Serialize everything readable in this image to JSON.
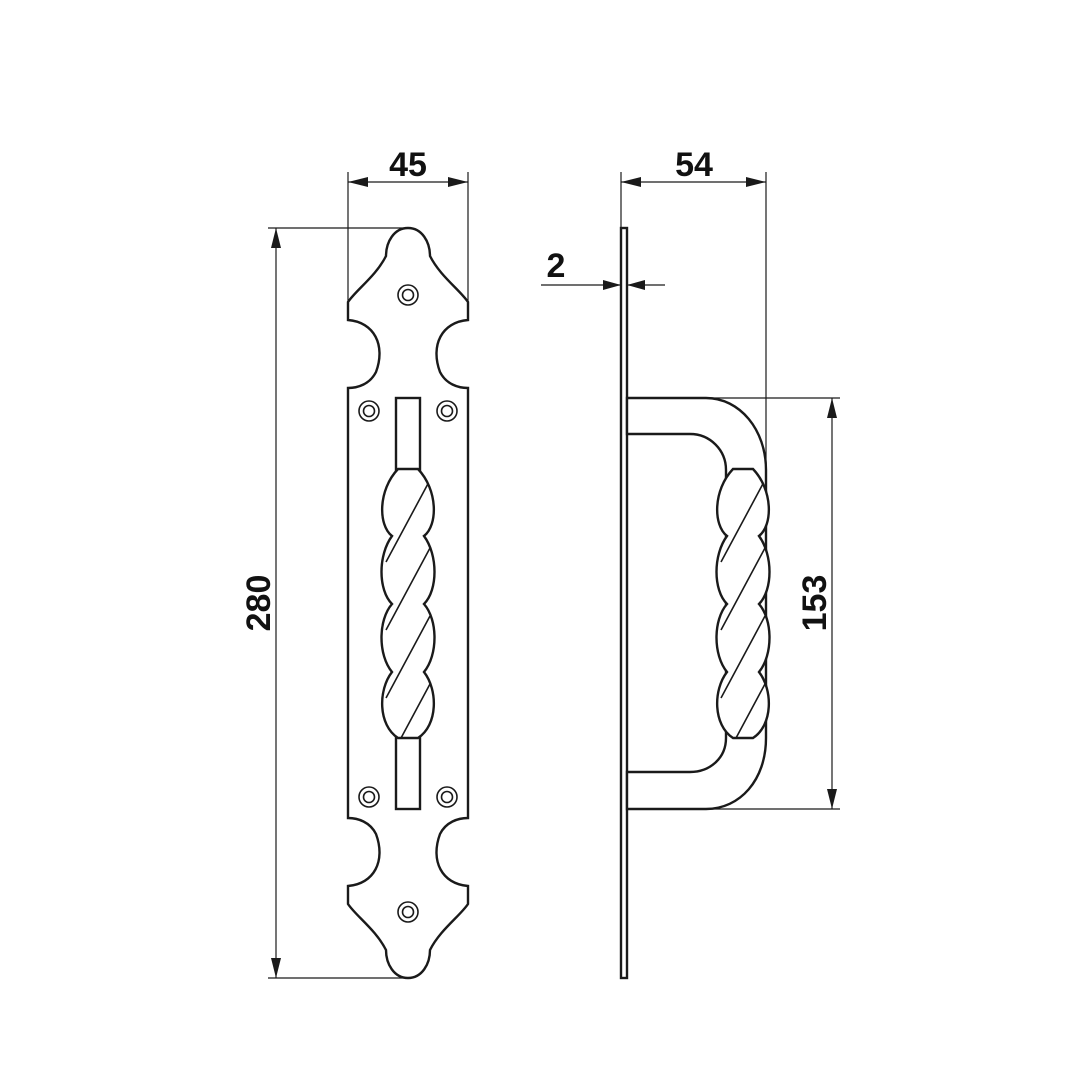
{
  "dimensions": {
    "front_width": "45",
    "side_depth": "54",
    "plate_thickness": "2",
    "overall_height": "280",
    "handle_span": "153"
  },
  "colors": {
    "line": "#1a1a1a",
    "background": "#ffffff"
  }
}
